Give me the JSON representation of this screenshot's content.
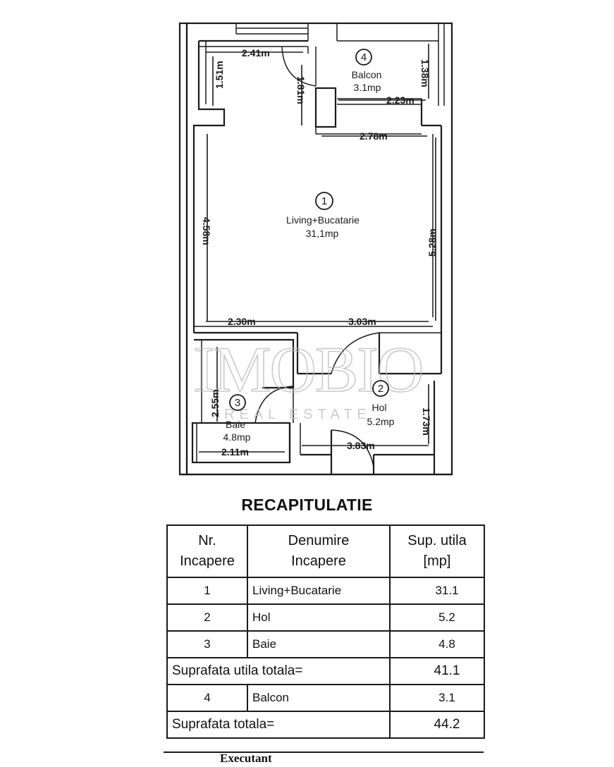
{
  "watermark": {
    "logo_text": "IMOBIO",
    "tagline": "REAL ESTATE"
  },
  "plan": {
    "dimensions": {
      "d241": "2.41m",
      "d151": "1.51m",
      "d181": "1.81m",
      "d138": "1.38m",
      "d223": "2.23m",
      "d278": "2.78m",
      "d458": "4.58m",
      "d528": "5.28m",
      "d230": "2.30m",
      "d303": "3.03m",
      "d255": "2.55m",
      "d173": "1.73m",
      "d211": "2.11m",
      "d383": "3.83m"
    },
    "rooms": [
      {
        "num": "1",
        "name": "Living+Bucatarie",
        "area": "31,1mp"
      },
      {
        "num": "2",
        "name": "Hol",
        "area": "5.2mp"
      },
      {
        "num": "3",
        "name": "Baie",
        "area": "4.8mp"
      },
      {
        "num": "4",
        "name": "Balcon",
        "area": "3.1mp"
      }
    ]
  },
  "recap": {
    "title": "RECAPITULATIE",
    "headers": {
      "col1_line1": "Nr.",
      "col1_line2": "Incapere",
      "col2_line1": "Denumire",
      "col2_line2": "Incapere",
      "col3_line1": "Sup. utila",
      "col3_line2": "[mp]"
    },
    "rows": [
      {
        "nr": "1",
        "name": "Living+Bucatarie",
        "area": "31.1"
      },
      {
        "nr": "2",
        "name": "Hol",
        "area": "5.2"
      },
      {
        "nr": "3",
        "name": "Baie",
        "area": "4.8"
      }
    ],
    "useful_total_label": "Suprafata utila totala=",
    "useful_total_value": "41.1",
    "balcony_row": {
      "nr": "4",
      "name": "Balcon",
      "area": "3.1"
    },
    "total_label": "Suprafata totala=",
    "total_value": "44.2",
    "footer_label": "Executant"
  }
}
